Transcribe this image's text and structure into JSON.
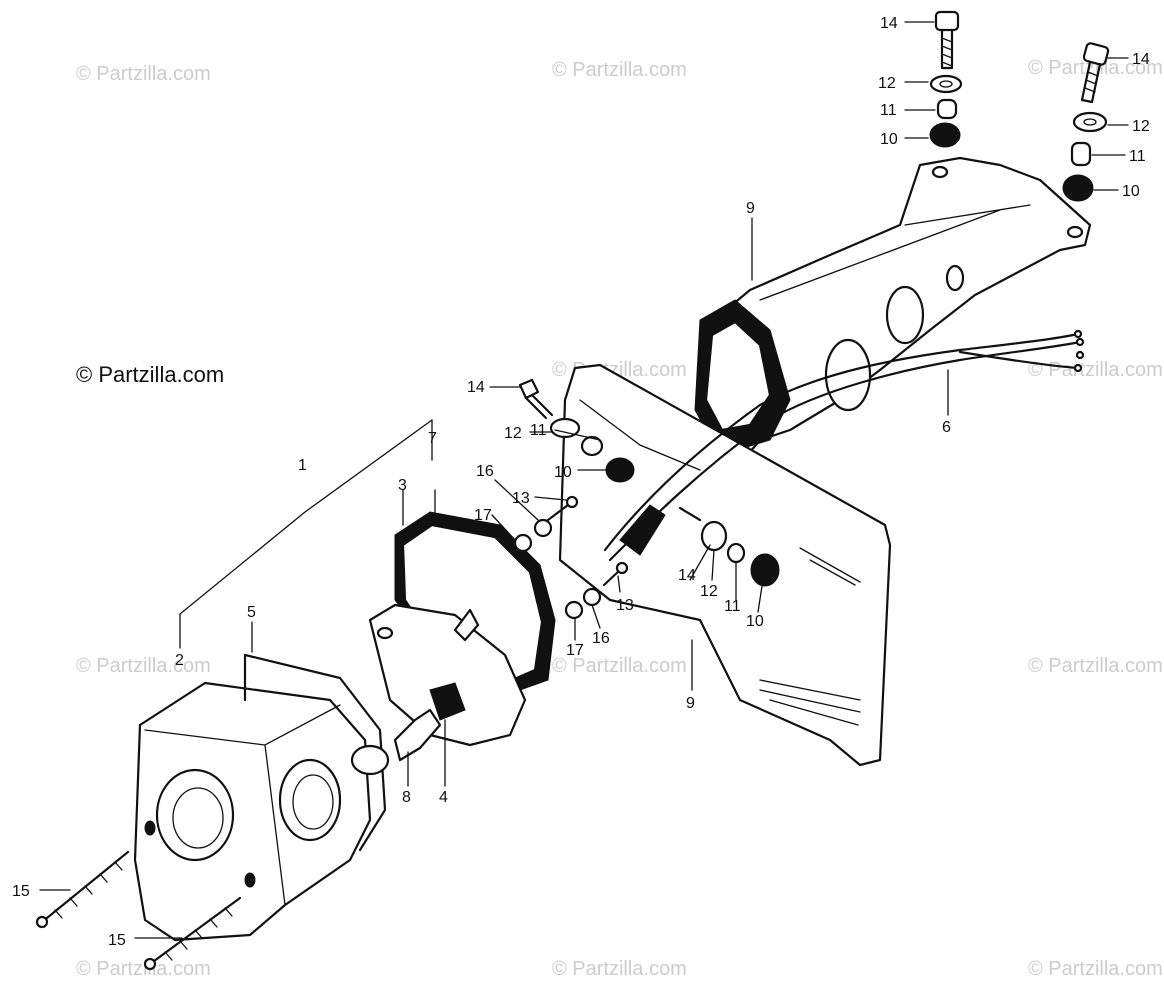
{
  "watermark": {
    "text": "© Partzilla.com",
    "main_text": "© Partzilla.com"
  },
  "callouts": [
    {
      "label": "1"
    },
    {
      "label": "2"
    },
    {
      "label": "3"
    },
    {
      "label": "4"
    },
    {
      "label": "5"
    },
    {
      "label": "6"
    },
    {
      "label": "7"
    },
    {
      "label": "8"
    },
    {
      "label": "9"
    },
    {
      "label": "9"
    },
    {
      "label": "10"
    },
    {
      "label": "10"
    },
    {
      "label": "10"
    },
    {
      "label": "10"
    },
    {
      "label": "11"
    },
    {
      "label": "11"
    },
    {
      "label": "11"
    },
    {
      "label": "11"
    },
    {
      "label": "12"
    },
    {
      "label": "12"
    },
    {
      "label": "12"
    },
    {
      "label": "12"
    },
    {
      "label": "13"
    },
    {
      "label": "13"
    },
    {
      "label": "14"
    },
    {
      "label": "14"
    },
    {
      "label": "14"
    },
    {
      "label": "14"
    },
    {
      "label": "15"
    },
    {
      "label": "15"
    },
    {
      "label": "16"
    },
    {
      "label": "16"
    },
    {
      "label": "17"
    },
    {
      "label": "17"
    }
  ],
  "colors": {
    "ink": "#111111",
    "watermark": "#cccccc",
    "background": "#ffffff"
  }
}
